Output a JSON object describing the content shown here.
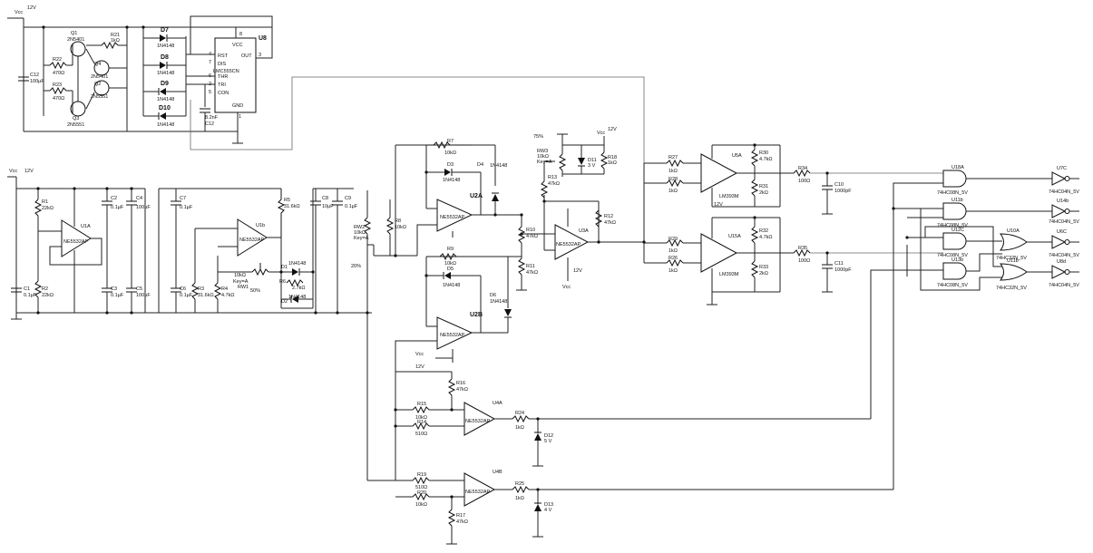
{
  "supply": {
    "vcc": "Vcc",
    "v12": "12V",
    "v12b": "12V",
    "vcc_u3": "Vcc",
    "v12_u3": "12V",
    "vcc_u2": "Vcc",
    "v12_u2": "12V",
    "v12_u15": "12V",
    "vcc_u1": "Vcc",
    "v12_u1": "12V"
  },
  "timer": {
    "q1": "Q1",
    "q1v": "2N5401",
    "q2": "Q2",
    "q2v": "2N5551",
    "q3": "Q3",
    "q3v": "2N5551",
    "q4": "Q4",
    "q4v": "2N5401",
    "r21": "R21",
    "r21v": "1kΩ",
    "r22": "R22",
    "r22v": "470Ω",
    "r23": "R23",
    "r23v": "470Ω",
    "d7": "D7",
    "d8": "D8",
    "d9": "D9",
    "d10": "D10",
    "dv": "1N4148",
    "u8": "U8",
    "u8v": "LMC555CN",
    "c12": "C12",
    "c12v": "100µF",
    "c12b": "C12",
    "c12bv": "8.2nF",
    "pins": {
      "vcc": "VCC",
      "rst": "RST",
      "dis": "DIS",
      "thr": "THR",
      "tri": "TRI",
      "con": "CON",
      "gnd": "GND",
      "out": "OUT"
    },
    "pinnum": {
      "p8": "8",
      "p4": "4",
      "p7": "7",
      "p6": "6",
      "p2": "2",
      "p5": "5",
      "p1": "1",
      "p3": "3"
    }
  },
  "ref": {
    "r1": "R1",
    "r1v": "22kΩ",
    "r2": "R2",
    "r2v": "22kΩ",
    "c1": "C1",
    "c1v": "0.1µF",
    "c2": "C2",
    "c2v": "0.1µF",
    "c3": "C3",
    "c3v": "0.1µF",
    "c4": "C4",
    "c4v": "100µF",
    "c5": "C5",
    "c5v": "100µF",
    "u1a": "U1A",
    "u1av": "NE5532AP",
    "c6": "C6",
    "c6v": "0.1µF",
    "c7": "C7",
    "c7v": "0.1µF",
    "c8": "C8",
    "c8v": "10µF",
    "c9": "C9",
    "c9v": "0.1µF",
    "r3": "R3",
    "r3v": "31.6kΩ",
    "r4": "R4",
    "r4v": "4.7kΩ",
    "r5": "R5",
    "r5v": "31.6kΩ",
    "u1b": "U1b",
    "u1bv": "NE5532AP",
    "rw1": "RW1",
    "rw1v": "10kΩ",
    "rw1k": "Key=A",
    "rw1p": "50%",
    "d1": "D1",
    "d1v": "1N4148",
    "d2": "D2",
    "d2v": "1N4148",
    "r6": "R6",
    "r6v": "2.7kΩ"
  },
  "rect": {
    "rw2": "RW2",
    "rw2v": "10kΩ",
    "rw2k": "Key=A",
    "rw2p": "20%",
    "r8": "R8",
    "r8v": "10kΩ",
    "r7": "R7",
    "r7v": "10kΩ",
    "d3": "D3",
    "d3v": "1N4148",
    "d4": "D4",
    "d4v": "1N4148",
    "u2a": "U2A",
    "u2av": "NE5532AP",
    "r9": "R9",
    "r9v": "10kΩ",
    "d5": "D5",
    "d5v": "1N4148",
    "d6": "D6",
    "d6v": "1N4148",
    "u2b": "U2B",
    "u2bv": "NE5532AP",
    "r10": "R10",
    "r10v": "47kΩ",
    "r11": "R11",
    "r11v": "47kΩ",
    "r12": "R12",
    "r12v": "47kΩ",
    "u3a": "U3A",
    "u3av": "NE5532AP",
    "rw3": "RW3",
    "rw3v": "10kΩ",
    "rw3k": "Key=A",
    "rw3p": "75%",
    "r13": "R13",
    "r13v": "47kΩ",
    "r18": "R18",
    "r18v": "1kΩ",
    "d11": "D11",
    "d11v": "3 V",
    "r16": "R16",
    "r16v": "47kΩ",
    "r15": "R15",
    "r15v": "10kΩ",
    "r14": "R14",
    "r14v": "510Ω",
    "u4a": "U4A",
    "u4av": "NE5532AP",
    "r24": "R24",
    "r24v": "1kΩ",
    "d12": "D12",
    "d12v": "5 V",
    "r19": "R19",
    "r19v": "510Ω",
    "r20": "R20",
    "r20v": "10kΩ",
    "r17": "R17",
    "r17v": "47kΩ",
    "u4b": "U4B",
    "u4bv": "NE5532AP",
    "r25": "R25",
    "r25v": "1kΩ",
    "d13": "D13",
    "d13v": "4 V"
  },
  "comp": {
    "r27": "R27",
    "r27v": "1kΩ",
    "r28": "R28",
    "r28v": "1kΩ",
    "r29": "R29",
    "r29v": "1kΩ",
    "r26": "R26",
    "r26v": "1kΩ",
    "u5a": "U5A",
    "u5av": "LM393M",
    "u15a": "U15A",
    "u15av": "LM393M",
    "r30": "R30",
    "r30v": "4.7kΩ",
    "r31": "R31",
    "r31v": "2kΩ",
    "r32": "R32",
    "r32v": "4.7kΩ",
    "r33": "R33",
    "r33v": "2kΩ",
    "r34": "R34",
    "r34v": "100Ω",
    "r35": "R35",
    "r35v": "100Ω",
    "c10": "C10",
    "c10v": "1000pF",
    "c11": "C11",
    "c11v": "1000pF"
  },
  "logic": {
    "u18a": "U18A",
    "u11b": "U11b",
    "u12c": "U12C",
    "u13b": "U13b",
    "andv": "74HC08N_5V",
    "u10a": "U10A",
    "u11b2": "U11b",
    "orv": "74HC32N_5V",
    "u7c": "U7C",
    "u14b": "U14b",
    "u6c": "U6C",
    "u8d": "U8d",
    "notv": "74HC04N_5V"
  }
}
